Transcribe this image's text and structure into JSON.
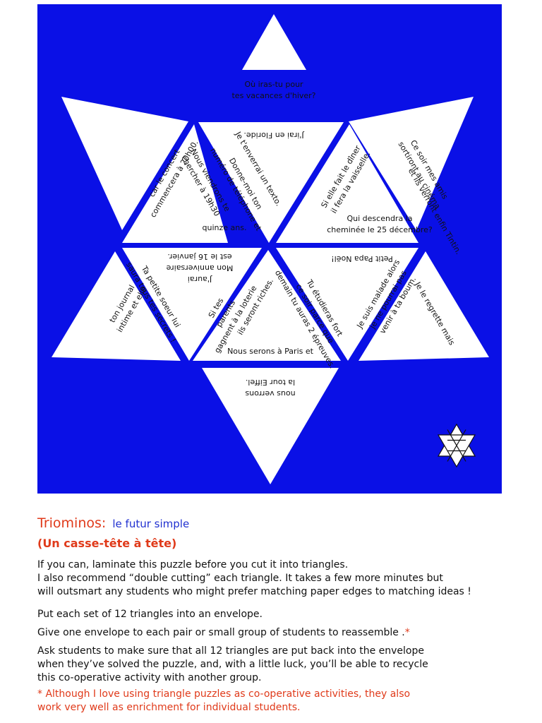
{
  "puzzle": {
    "background_color": "#0a10e6",
    "triangles": [
      {
        "id": "t1",
        "lines": [
          "Où iras-tu pour",
          "tes vacances d'hiver?"
        ]
      },
      {
        "id": "t2",
        "lines": [
          "car le concert",
          "commencera à 20h00."
        ]
      },
      {
        "id": "t3",
        "lines": [
          "Nous viendrons te",
          "chercher à 19h30"
        ]
      },
      {
        "id": "t3b",
        "lines": [
          "quinze ans."
        ]
      },
      {
        "id": "t4",
        "lines": [
          "Je t'enverrai un texto."
        ]
      },
      {
        "id": "t4b",
        "lines": [
          "Donne-moi ton",
          "numéro de téléphone et"
        ]
      },
      {
        "id": "t4c",
        "lines": [
          "J'irai en Floride."
        ]
      },
      {
        "id": "t5",
        "lines": [
          "Si elle fait le dîner",
          "il fera la vaisselle."
        ]
      },
      {
        "id": "t5b",
        "lines": [
          "Qui descendra la",
          "cheminée le 25 décembre?"
        ]
      },
      {
        "id": "t6",
        "lines": [
          "Ce soir mes amis",
          "sortiront au cinéma"
        ]
      },
      {
        "id": "t6b",
        "lines": [
          "et ils verront enfin Tintin."
        ]
      },
      {
        "id": "t7",
        "lines": [
          "Ta petite soeur lui",
          "saura tous tes secrets !"
        ]
      },
      {
        "id": "t7b",
        "lines": [
          "ton journal",
          "intime et elle"
        ]
      },
      {
        "id": "t8",
        "lines": [
          "J'aurai",
          "Mon anniversaire",
          "est le 16 janvier."
        ]
      },
      {
        "id": "t8b",
        "lines": [
          "Si tes",
          "parents",
          "gagnent à la loterie"
        ]
      },
      {
        "id": "t9",
        "lines": [
          "ils seront riches."
        ]
      },
      {
        "id": "t9b",
        "lines": [
          "Nous serons à Paris et"
        ]
      },
      {
        "id": "t10",
        "lines": [
          "Tu étudieras fort",
          "ce soir parce que",
          "demain tu auras 2 épreuves."
        ]
      },
      {
        "id": "t10b",
        "lines": [
          "Petit Papa Noël!"
        ]
      },
      {
        "id": "t11",
        "lines": [
          "Je suis malade alors",
          "je ne pourrai pas",
          "venir à ta boum."
        ]
      },
      {
        "id": "t11b",
        "lines": [
          "Je le regrette mais"
        ]
      },
      {
        "id": "t12",
        "lines": [
          "nous verrons",
          "la tour Eiffel."
        ]
      }
    ]
  },
  "title": "Triominos:",
  "title_sub": "le futur simple",
  "subtitle": "(Un casse-tête à tête)",
  "paragraphs": [
    "If you can, laminate this puzzle before you cut it into triangles.",
    "I also recommend “double cutting” each triangle. It takes a few more minutes but",
    "will outsmart any students who might prefer matching paper edges to matching ideas !",
    "Put each set of 12 triangles into an envelope.",
    "Give one envelope to each pair or small group of students to reassemble .",
    "Ask students to make sure that all 12 triangles are put back into the envelope",
    "when they’ve solved the puzzle, and, with a little luck, you’ll be able to recycle",
    "this co-operative activity with another group."
  ],
  "asterisk": "*",
  "note_lines": [
    "*  Although I love using triangle puzzles as co-operative activities, they also",
    "    work very well as enrichment for individual students."
  ]
}
